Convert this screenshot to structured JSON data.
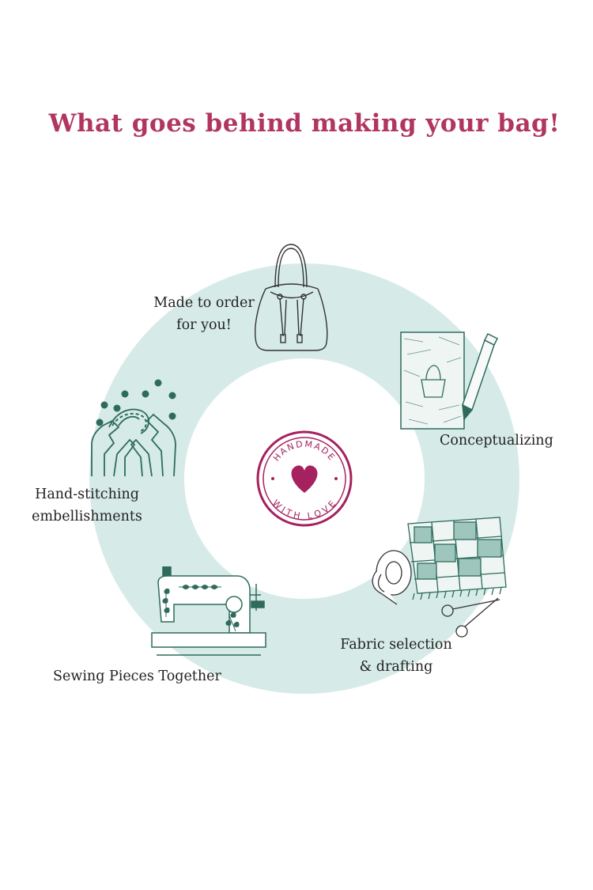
{
  "title": "What goes behind making your bag!",
  "colors": {
    "title": "#b13561",
    "ring": "#d6ebe7",
    "icon_teal": "#2e6b5c",
    "badge": "#a6215f",
    "text": "#222222"
  },
  "badge": {
    "top_text": "HANDMADE",
    "bottom_text": "WITH LOVE",
    "icon": "heart-icon"
  },
  "steps": [
    {
      "lines": [
        "Made to order",
        "for you!"
      ],
      "icon": "bucket-bag-icon"
    },
    {
      "lines": [
        "Conceptualizing"
      ],
      "icon": "sketch-pencil-icon"
    },
    {
      "lines": [
        "Fabric selection",
        "& drafting"
      ],
      "icon": "fabric-measuring-tape-scissors-icon"
    },
    {
      "lines": [
        "Sewing Pieces Together"
      ],
      "icon": "sewing-machine-icon"
    },
    {
      "lines": [
        "Hand-stitching",
        "embellishments"
      ],
      "icon": "hands-stitching-icon"
    }
  ]
}
